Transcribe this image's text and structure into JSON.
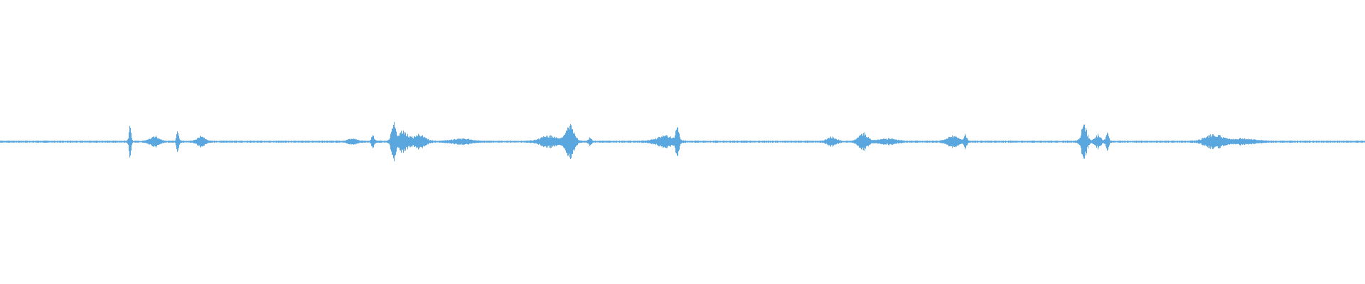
{
  "player": {
    "waveform": {
      "color": "#5aa6de",
      "background": "#ffffff",
      "bursts": [
        {
          "position": 0.095,
          "amplitude": 0.11,
          "spread": 0.0008
        },
        {
          "position": 0.113,
          "amplitude": 0.04,
          "spread": 0.003
        },
        {
          "position": 0.13,
          "amplitude": 0.09,
          "spread": 0.0008
        },
        {
          "position": 0.147,
          "amplitude": 0.04,
          "spread": 0.0025
        },
        {
          "position": 0.258,
          "amplitude": 0.02,
          "spread": 0.003
        },
        {
          "position": 0.273,
          "amplitude": 0.05,
          "spread": 0.001
        },
        {
          "position": 0.288,
          "amplitude": 0.13,
          "spread": 0.0015
        },
        {
          "position": 0.295,
          "amplitude": 0.08,
          "spread": 0.0035
        },
        {
          "position": 0.307,
          "amplitude": 0.05,
          "spread": 0.004
        },
        {
          "position": 0.338,
          "amplitude": 0.02,
          "spread": 0.006
        },
        {
          "position": 0.402,
          "amplitude": 0.04,
          "spread": 0.006
        },
        {
          "position": 0.417,
          "amplitude": 0.12,
          "spread": 0.003
        },
        {
          "position": 0.432,
          "amplitude": 0.03,
          "spread": 0.001
        },
        {
          "position": 0.487,
          "amplitude": 0.04,
          "spread": 0.006
        },
        {
          "position": 0.496,
          "amplitude": 0.09,
          "spread": 0.0012
        },
        {
          "position": 0.609,
          "amplitude": 0.03,
          "spread": 0.003
        },
        {
          "position": 0.632,
          "amplitude": 0.07,
          "spread": 0.003
        },
        {
          "position": 0.65,
          "amplitude": 0.02,
          "spread": 0.006
        },
        {
          "position": 0.698,
          "amplitude": 0.04,
          "spread": 0.004
        },
        {
          "position": 0.707,
          "amplitude": 0.05,
          "spread": 0.001
        },
        {
          "position": 0.794,
          "amplitude": 0.12,
          "spread": 0.002
        },
        {
          "position": 0.804,
          "amplitude": 0.05,
          "spread": 0.002
        },
        {
          "position": 0.811,
          "amplitude": 0.06,
          "spread": 0.001
        },
        {
          "position": 0.889,
          "amplitude": 0.05,
          "spread": 0.006
        },
        {
          "position": 0.91,
          "amplitude": 0.02,
          "spread": 0.008
        }
      ]
    }
  }
}
